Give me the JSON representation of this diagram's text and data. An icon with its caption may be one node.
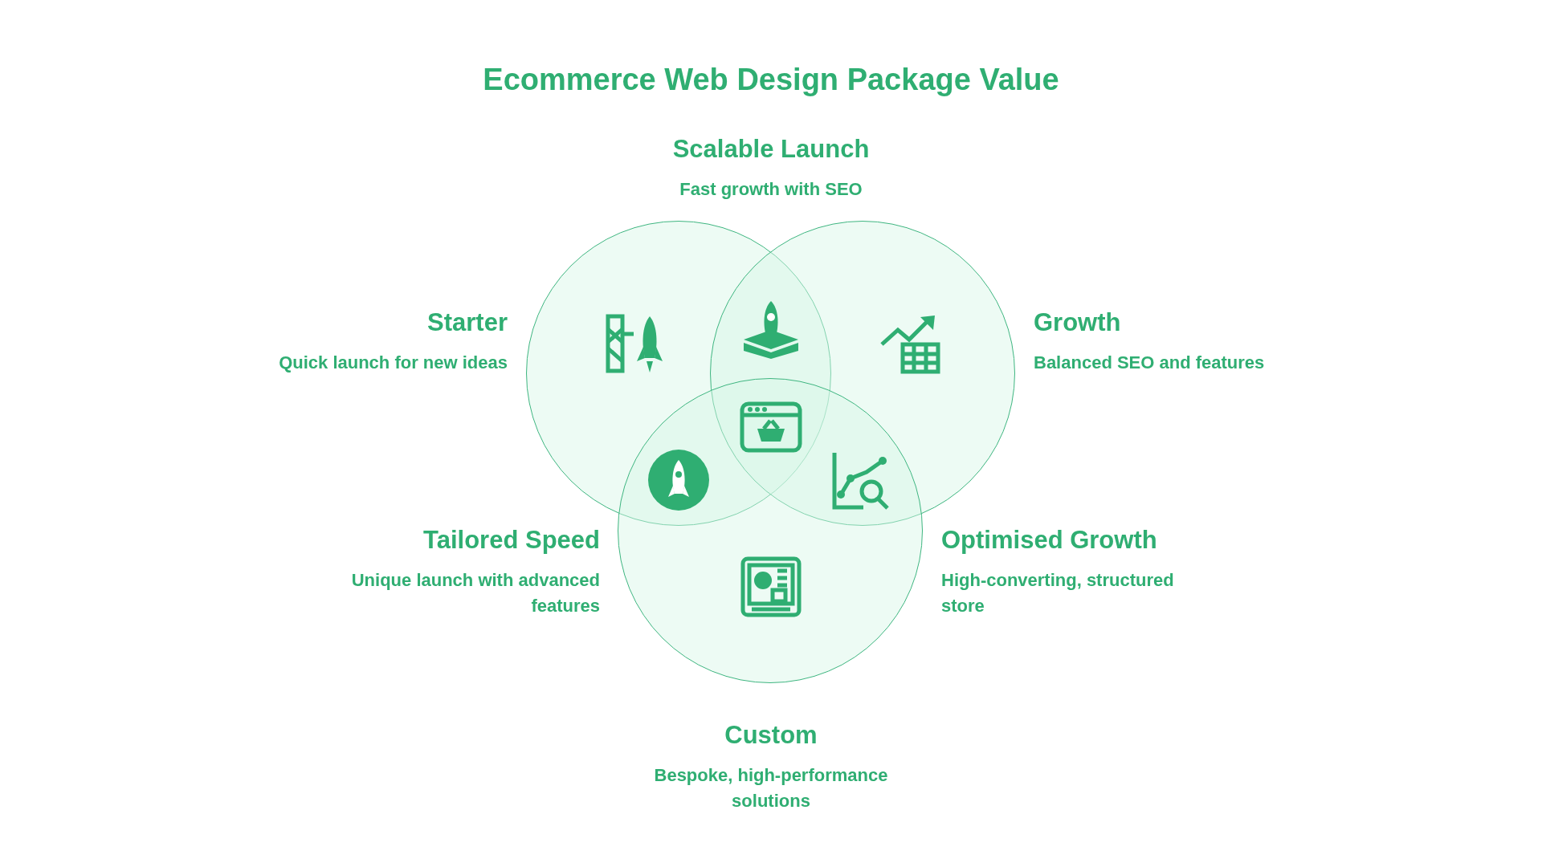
{
  "diagram": {
    "title": "Ecommerce Web Design Package Value",
    "nodes": [
      {
        "text": [
          "Starter",
          "Quick launch for new ideas"
        ]
      },
      {
        "text": [
          "Growth",
          "Balanced SEO and features"
        ]
      },
      {
        "text": [
          "Custom",
          "Bespoke, high-performance solutions"
        ]
      }
    ],
    "labels": [
      "Scalable Launch",
      "Fast growth with SEO",
      "Tailored Speed",
      "Unique launch with advanced features",
      "Optimised Growth",
      "High-converting, structured store"
    ]
  }
}
